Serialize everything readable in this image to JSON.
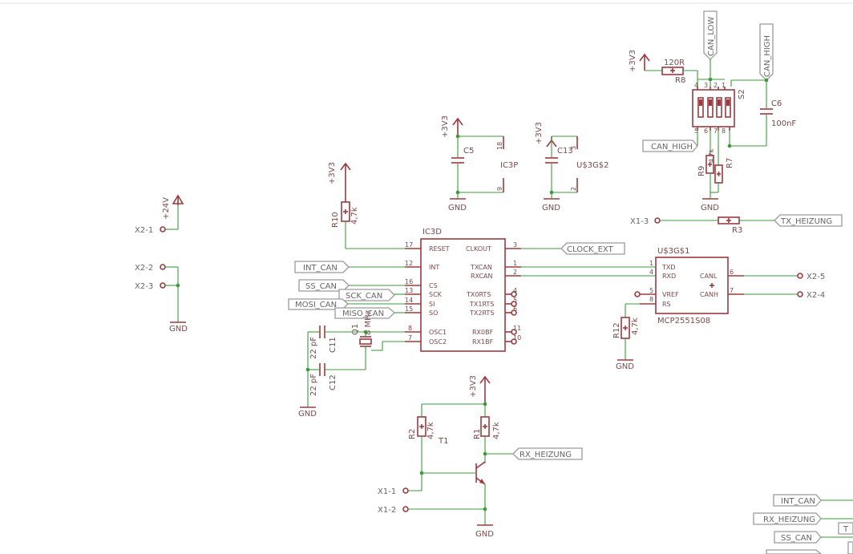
{
  "supply": {
    "plus24v": "+24V",
    "plus3v3": "+3V3",
    "gnd": "GND"
  },
  "conn": {
    "x2_1": "X2-1",
    "x2_2": "X2-2",
    "x2_3": "X2-3",
    "x2_4": "X2-4",
    "x2_5": "X2-5",
    "x1_1": "X1-1",
    "x1_2": "X1-2",
    "x1_3": "X1-3"
  },
  "nets": {
    "int_can": "INT_CAN",
    "ss_can": "SS_CAN",
    "sck_can": "SCK_CAN",
    "mosi_can": "MOSI_CAN",
    "miso_can": "MISO_CAN",
    "clock_ext": "CLOCK_EXT",
    "can_low": "CAN_LOW",
    "can_high": "CAN_HIGH",
    "tx_heizung": "TX_HEIZUNG",
    "rx_heizung": "RX_HEIZUNG",
    "partial_t": "T"
  },
  "parts": {
    "r10": {
      "name": "R10",
      "value": "4,7k"
    },
    "r8": {
      "name": "R8",
      "value": "120R"
    },
    "r9": {
      "name": "R9",
      "value": "4,7k"
    },
    "r7": {
      "name": "R7"
    },
    "r3": {
      "name": "R3"
    },
    "r12": {
      "name": "R12",
      "value": "4,7k"
    },
    "r2": {
      "name": "R2",
      "value": "4,7k"
    },
    "r1": {
      "name": "R1",
      "value": "4,7k"
    },
    "t1": {
      "name": "T1"
    },
    "q1": {
      "name": "Q1",
      "value": "8 MHz"
    },
    "c5": {
      "name": "C5"
    },
    "c6": {
      "name": "C6",
      "value": "100nF"
    },
    "c11": {
      "name": "C11",
      "value": "22 pF"
    },
    "c12": {
      "name": "C12",
      "value": "22 pF"
    },
    "c13": {
      "name": "C13"
    },
    "ic3p": {
      "name": "IC3P",
      "pin_top": "18",
      "pin_bottom": "9"
    },
    "u3g2": {
      "name": "U$3G$2",
      "pin_top": "3",
      "pin_bottom": "2"
    },
    "s2": {
      "name": "S2",
      "pins": {
        "p1": "1",
        "p2": "2",
        "p3": "3",
        "p4": "4",
        "p5": "5",
        "p6": "6",
        "p7": "7",
        "p8": "8"
      }
    },
    "ic3d": {
      "name": "IC3D",
      "pins": {
        "reset": "17",
        "int": "12",
        "cs": "16",
        "sck": "13",
        "si": "14",
        "so": "15",
        "osc1": "8",
        "osc2": "7",
        "clkout": "3",
        "txcan": "1",
        "rxcan": "2",
        "tx0rts": "4",
        "tx1rts": "5",
        "tx2rts": "6",
        "rx0bf": "11",
        "rx1bf": "10"
      },
      "labels": {
        "reset": "RESET",
        "int": "INT",
        "cs": "CS",
        "sck": "SCK",
        "si": "SI",
        "so": "SO",
        "osc1": "OSC1",
        "osc2": "OSC2",
        "clkout": "CLKOUT",
        "txcan": "TXCAN",
        "rxcan": "RXCAN",
        "tx0rts": "TX0RTS",
        "tx1rts": "TX1RTS",
        "tx2rts": "TX2RTS",
        "rx0bf": "RX0BF",
        "rx1bf": "RX1BF"
      }
    },
    "u3g1": {
      "name": "U$3G$1",
      "value": "MCP2551S08",
      "pins": {
        "txd": "1",
        "rxd": "4",
        "vref": "5",
        "rs": "8",
        "canl": "6",
        "canh": "7"
      },
      "labels": {
        "txd": "TXD",
        "rxd": "RXD",
        "vref": "VREF",
        "rs": "RS",
        "canl": "CANL",
        "canh": "CANH"
      }
    }
  }
}
